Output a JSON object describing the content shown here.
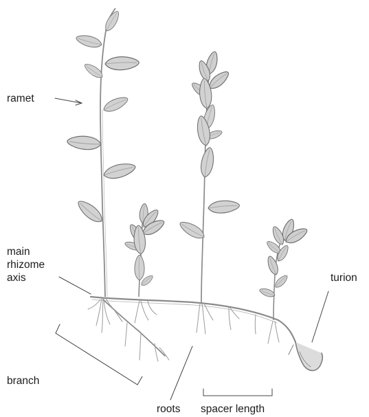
{
  "figure": {
    "labels": {
      "ramet": "ramet",
      "main_rhizome_axis": [
        "main",
        "rhizome",
        "axis"
      ],
      "turion": "turion",
      "branch": "branch",
      "roots": "roots",
      "spacer_length": "spacer length"
    },
    "colors": {
      "background": "#ffffff",
      "stroke": "#8a8a8a",
      "leaf_fill": "#d2d2d2",
      "leaf_vein": "#a0a0a0",
      "label_text": "#1b1b1b",
      "pointer": "#444444"
    }
  }
}
